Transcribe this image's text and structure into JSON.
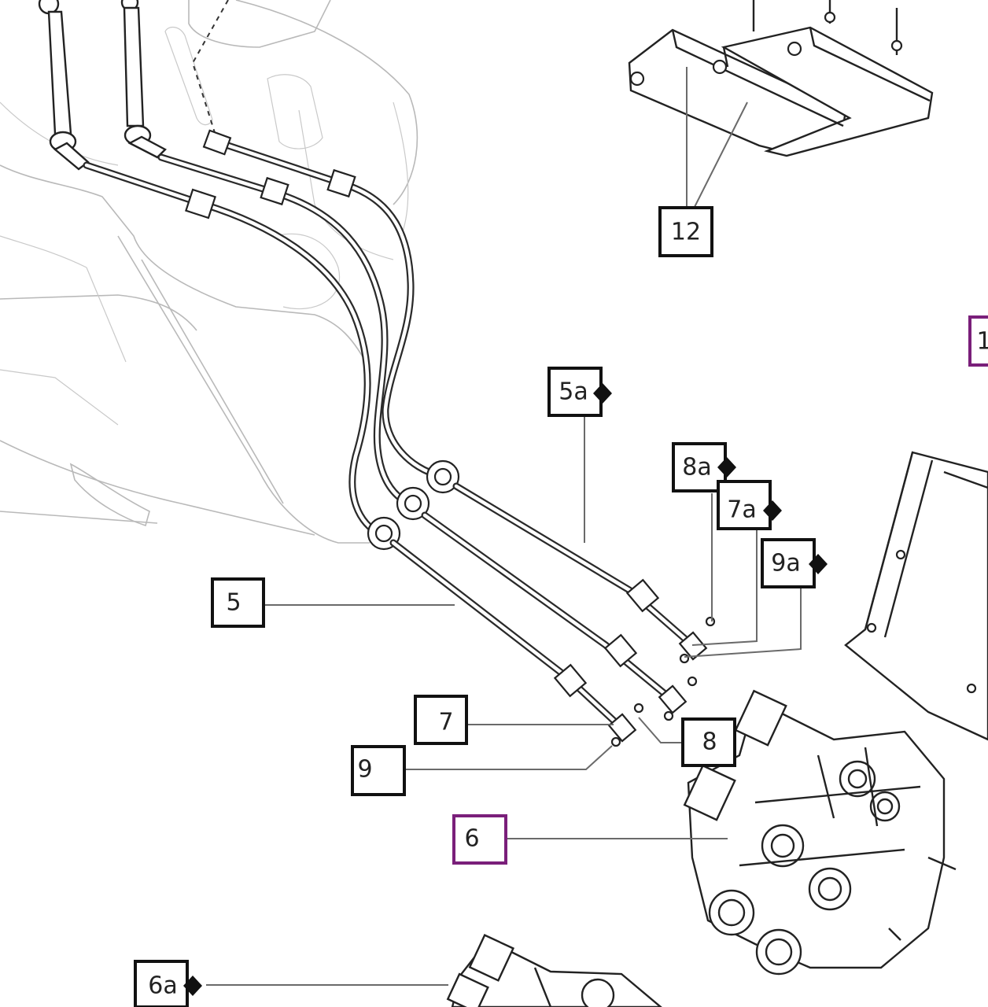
{
  "colors": {
    "callout_border": "#111111",
    "callout_highlight": "#7a1f7a",
    "line_art": "#222222",
    "background_art": "#b9b9b9",
    "leader_line": "#6a6a6a"
  },
  "callouts": [
    {
      "id": "12",
      "label": "12",
      "diamond": false,
      "highlight": false
    },
    {
      "id": "1-partial",
      "label": "1",
      "diamond": false,
      "highlight": true
    },
    {
      "id": "5a",
      "label": "5a",
      "diamond": true,
      "highlight": false
    },
    {
      "id": "8a",
      "label": "8a",
      "diamond": true,
      "highlight": false
    },
    {
      "id": "7a",
      "label": "7a",
      "diamond": true,
      "highlight": false
    },
    {
      "id": "9a",
      "label": "9a",
      "diamond": true,
      "highlight": false
    },
    {
      "id": "5",
      "label": "5",
      "diamond": false,
      "highlight": false
    },
    {
      "id": "7",
      "label": "7",
      "diamond": false,
      "highlight": false
    },
    {
      "id": "8",
      "label": "8",
      "diamond": false,
      "highlight": false
    },
    {
      "id": "9",
      "label": "9",
      "diamond": false,
      "highlight": false
    },
    {
      "id": "6",
      "label": "6",
      "diamond": false,
      "highlight": true
    },
    {
      "id": "6a",
      "label": "6a",
      "diamond": true,
      "highlight": false
    }
  ]
}
